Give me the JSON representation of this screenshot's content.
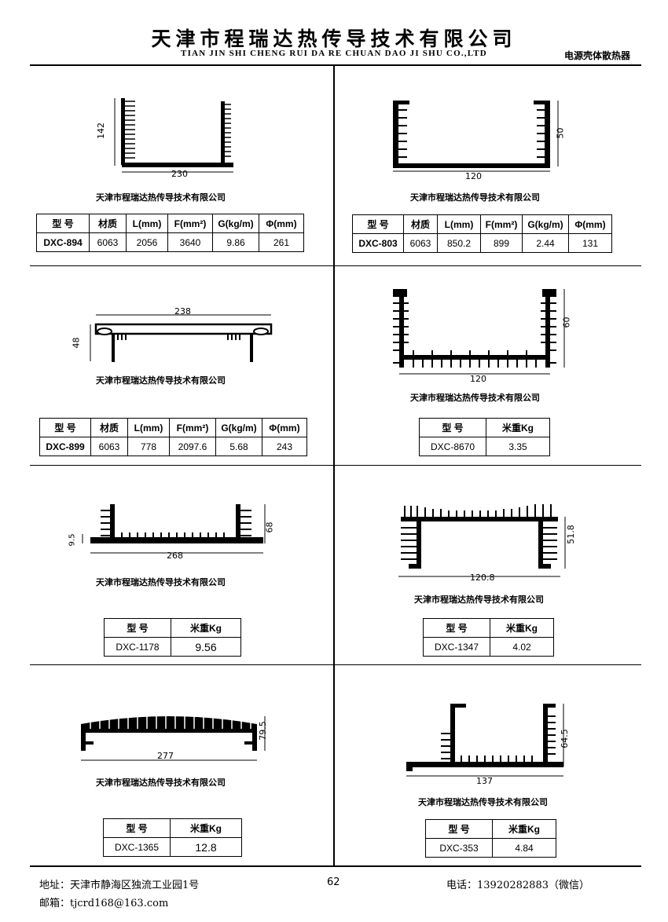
{
  "header": {
    "company_cn": "天津市程瑞达热传导技术有限公司",
    "company_en": "TIAN JIN SHI CHENG RUI DA RE CHUAN DAO JI SHU CO.,LTD",
    "category": "电源壳体散热器"
  },
  "caption": "天津市程瑞达热传导技术有限公司",
  "products": [
    {
      "dims": [
        "142",
        "230"
      ],
      "headers": [
        "型 号",
        "材质",
        "L(mm)",
        "F(mm²)",
        "G(kg/m)",
        "Φ(mm)"
      ],
      "values": [
        "DXC-894",
        "6063",
        "2056",
        "3640",
        "9.86",
        "261"
      ]
    },
    {
      "dims": [
        "50",
        "120"
      ],
      "headers": [
        "型 号",
        "材质",
        "L(mm)",
        "F(mm²)",
        "G(kg/m)",
        "Φ(mm)"
      ],
      "values": [
        "DXC-803",
        "6063",
        "850.2",
        "899",
        "2.44",
        "131"
      ]
    },
    {
      "dims": [
        "238",
        "48"
      ],
      "headers": [
        "型 号",
        "材质",
        "L(mm)",
        "F(mm²)",
        "G(kg/m)",
        "Φ(mm)"
      ],
      "values": [
        "DXC-899",
        "6063",
        "778",
        "2097.6",
        "5.68",
        "243"
      ]
    },
    {
      "dims": [
        "60",
        "120"
      ],
      "headers": [
        "型 号",
        "米重Kg"
      ],
      "values": [
        "DXC-8670",
        "3.35"
      ]
    },
    {
      "dims": [
        "9.5",
        "68",
        "268"
      ],
      "headers": [
        "型 号",
        "米重Kg"
      ],
      "values": [
        "DXC-1178",
        "9.56"
      ]
    },
    {
      "dims": [
        "51.8",
        "120.8"
      ],
      "headers": [
        "型 号",
        "米重Kg"
      ],
      "values": [
        "DXC-1347",
        "4.02"
      ]
    },
    {
      "dims": [
        "79.5",
        "277"
      ],
      "headers": [
        "型 号",
        "米重Kg"
      ],
      "values": [
        "DXC-1365",
        "12.8"
      ]
    },
    {
      "dims": [
        "64.5",
        "137"
      ],
      "headers": [
        "型 号",
        "米重Kg"
      ],
      "values": [
        "DXC-353",
        "4.84"
      ]
    }
  ],
  "footer": {
    "address": "地址：天津市静海区独流工业园1号",
    "page_number": "62",
    "phone": "电话：13920282883（微信）",
    "email": "邮箱：tjcrd168@163.com"
  }
}
